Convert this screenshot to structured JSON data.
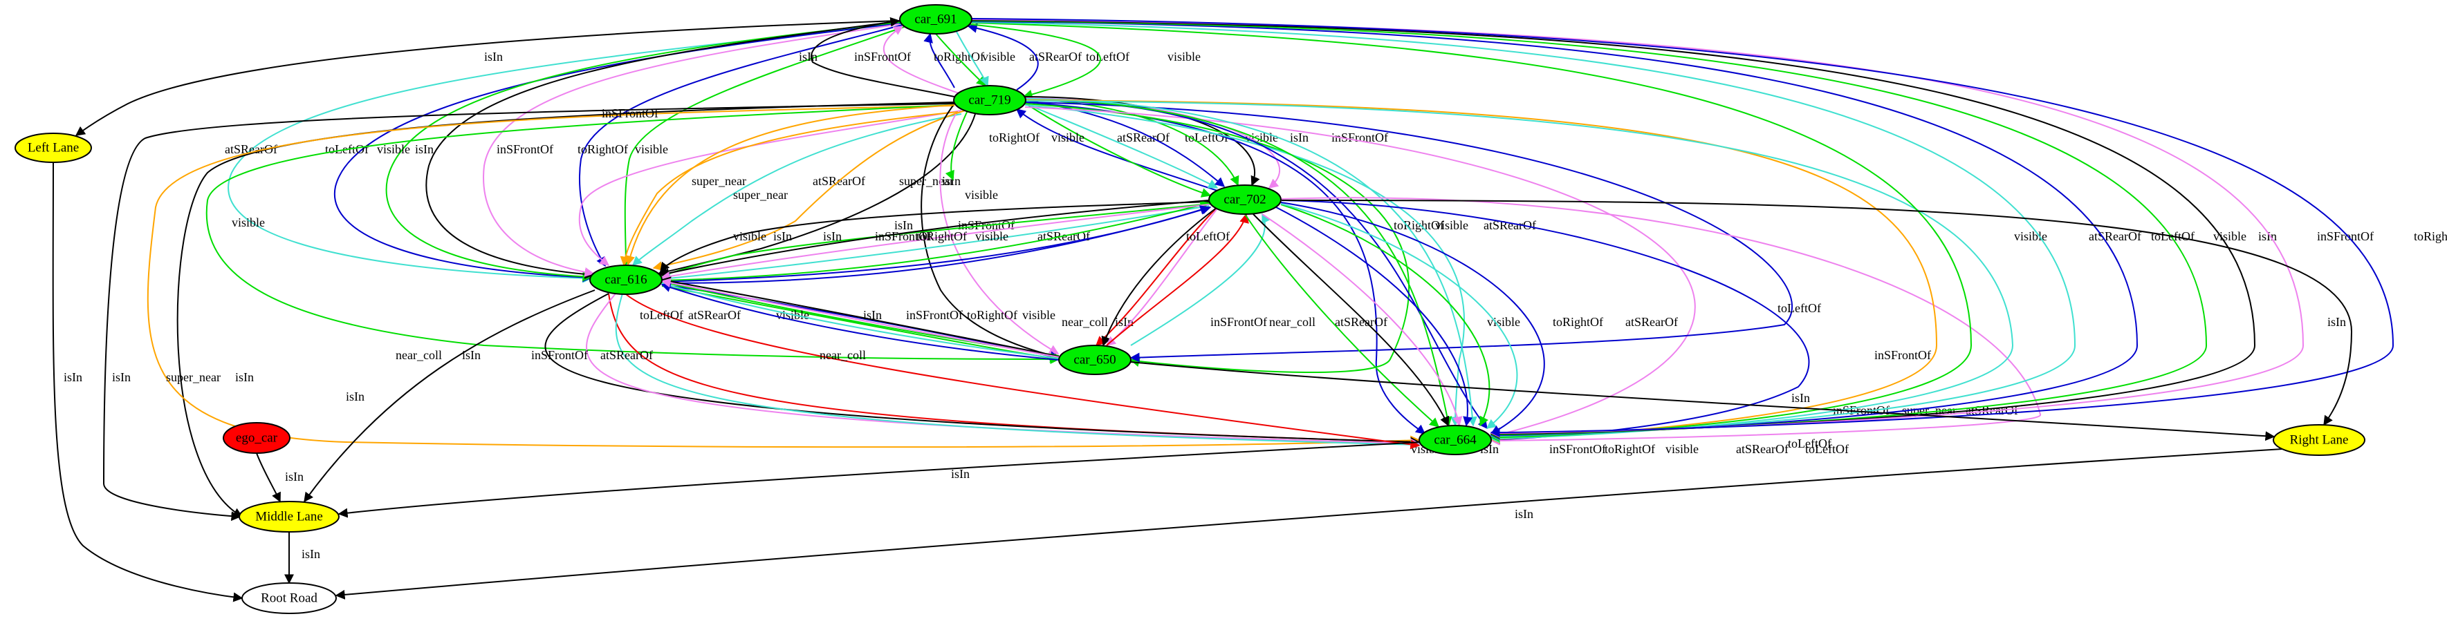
{
  "colors": {
    "car_fill": "#00ee00",
    "lane_fill": "#ffff00",
    "ego_fill": "#ff0000",
    "road_fill": "#ffffff",
    "black": "#000000",
    "blue": "#0000cc",
    "green": "#00dd00",
    "violet": "#ee82ee",
    "turquoise": "#40e0d0",
    "red": "#ee0000",
    "orange": "#ffa500"
  },
  "nodes": [
    {
      "id": "car_691",
      "label": "car_691",
      "type": "car"
    },
    {
      "id": "car_719",
      "label": "car_719",
      "type": "car"
    },
    {
      "id": "car_702",
      "label": "car_702",
      "type": "car"
    },
    {
      "id": "car_616",
      "label": "car_616",
      "type": "car"
    },
    {
      "id": "car_650",
      "label": "car_650",
      "type": "car"
    },
    {
      "id": "car_664",
      "label": "car_664",
      "type": "car"
    },
    {
      "id": "left_lane",
      "label": "Left Lane",
      "type": "lane"
    },
    {
      "id": "middle_lane",
      "label": "Middle Lane",
      "type": "lane"
    },
    {
      "id": "right_lane",
      "label": "Right Lane",
      "type": "lane"
    },
    {
      "id": "ego_car",
      "label": "ego_car",
      "type": "ego"
    },
    {
      "id": "root_road",
      "label": "Root Road",
      "type": "road"
    }
  ],
  "edges": [
    {
      "id": "e1",
      "label": "isIn",
      "color": "black"
    },
    {
      "id": "e2",
      "label": "atSRearOf",
      "color": "turquoise"
    },
    {
      "id": "e3",
      "label": "toLeftOf",
      "color": "blue"
    },
    {
      "id": "e4",
      "label": "visible",
      "color": "green"
    },
    {
      "id": "e5",
      "label": "isIn",
      "color": "black"
    },
    {
      "id": "e6",
      "label": "inSFrontOf",
      "color": "violet"
    },
    {
      "id": "e7",
      "label": "toRightOf",
      "color": "blue"
    },
    {
      "id": "e8",
      "label": "visible",
      "color": "green"
    },
    {
      "id": "e9",
      "label": "isIn",
      "color": "black"
    },
    {
      "id": "e10",
      "label": "inSFrontOf",
      "color": "violet"
    },
    {
      "id": "e11",
      "label": "toRightOf",
      "color": "blue"
    },
    {
      "id": "e12",
      "label": "visible",
      "color": "green"
    },
    {
      "id": "e13",
      "label": "atSRearOf",
      "color": "turquoise"
    },
    {
      "id": "e14",
      "label": "toLeftOf",
      "color": "blue"
    },
    {
      "id": "e15",
      "label": "visible",
      "color": "green"
    },
    {
      "id": "e16",
      "label": "isIn",
      "color": "black"
    },
    {
      "id": "e17",
      "label": "isIn",
      "color": "black"
    },
    {
      "id": "e18",
      "label": "super_near",
      "color": "orange"
    },
    {
      "id": "e19",
      "label": "visible",
      "color": "green"
    },
    {
      "id": "e20",
      "label": "inSFrontOf",
      "color": "violet"
    },
    {
      "id": "e21",
      "label": "super_near",
      "color": "orange"
    },
    {
      "id": "e22",
      "label": "atSRearOf",
      "color": "turquoise"
    },
    {
      "id": "e23",
      "label": "super_near",
      "color": "orange"
    },
    {
      "id": "e24",
      "label": "isIn",
      "color": "black"
    },
    {
      "id": "e25",
      "label": "toRightOf",
      "color": "blue"
    },
    {
      "id": "e26",
      "label": "visible",
      "color": "green"
    },
    {
      "id": "e27",
      "label": "atSRearOf",
      "color": "turquoise"
    },
    {
      "id": "e28",
      "label": "toLeftOf",
      "color": "blue"
    },
    {
      "id": "e29",
      "label": "visible",
      "color": "green"
    },
    {
      "id": "e30",
      "label": "isIn",
      "color": "black"
    },
    {
      "id": "e31",
      "label": "inSFrontOf",
      "color": "violet"
    },
    {
      "id": "e32",
      "label": "visible",
      "color": "green"
    },
    {
      "id": "e33",
      "label": "isIn",
      "color": "black"
    },
    {
      "id": "e34",
      "label": "inSFrontOf",
      "color": "violet"
    },
    {
      "id": "e35",
      "label": "toRightOf",
      "color": "blue"
    },
    {
      "id": "e36",
      "label": "visible",
      "color": "green"
    },
    {
      "id": "e37",
      "label": "atSRearOf",
      "color": "turquoise"
    },
    {
      "id": "e38",
      "label": "inSFrontOf",
      "color": "violet"
    },
    {
      "id": "e39",
      "label": "toLeftOf",
      "color": "blue"
    },
    {
      "id": "e40",
      "label": "toRightOf",
      "color": "blue"
    },
    {
      "id": "e41",
      "label": "visible",
      "color": "green"
    },
    {
      "id": "e42",
      "label": "atSRearOf",
      "color": "turquoise"
    },
    {
      "id": "e43",
      "label": "near_coll",
      "color": "red"
    },
    {
      "id": "e44",
      "label": "isIn",
      "color": "black"
    },
    {
      "id": "e45",
      "label": "inSFrontOf",
      "color": "violet"
    },
    {
      "id": "e46",
      "label": "near_coll",
      "color": "red"
    },
    {
      "id": "e47",
      "label": "atSRearOf",
      "color": "turquoise"
    },
    {
      "id": "e48",
      "label": "visible",
      "color": "green"
    },
    {
      "id": "e49",
      "label": "isIn",
      "color": "black"
    },
    {
      "id": "e50",
      "label": "inSFrontOf",
      "color": "violet"
    },
    {
      "id": "e51",
      "label": "toRightOf",
      "color": "blue"
    },
    {
      "id": "e52",
      "label": "visible",
      "color": "green"
    },
    {
      "id": "e53",
      "label": "atSRearOf",
      "color": "turquoise"
    },
    {
      "id": "e54",
      "label": "toLeftOf",
      "color": "blue"
    },
    {
      "id": "e55",
      "label": "toLeftOf",
      "color": "blue"
    },
    {
      "id": "e56",
      "label": "inSFrontOf",
      "color": "violet"
    },
    {
      "id": "e57",
      "label": "super_near",
      "color": "orange"
    },
    {
      "id": "e58",
      "label": "atSRearOf",
      "color": "turquoise"
    },
    {
      "id": "e59",
      "label": "visible",
      "color": "green"
    },
    {
      "id": "e60",
      "label": "atSRearOf",
      "color": "turquoise"
    },
    {
      "id": "e61",
      "label": "toLeftOf",
      "color": "blue"
    },
    {
      "id": "e62",
      "label": "visible",
      "color": "green"
    },
    {
      "id": "e63",
      "label": "isIn",
      "color": "black"
    },
    {
      "id": "e64",
      "label": "inSFrontOf",
      "color": "violet"
    },
    {
      "id": "e65",
      "label": "toRightOf",
      "color": "blue"
    },
    {
      "id": "e66",
      "label": "isIn",
      "color": "black"
    },
    {
      "id": "e67",
      "label": "super_near",
      "color": "orange"
    },
    {
      "id": "e68",
      "label": "isIn",
      "color": "black"
    },
    {
      "id": "e69",
      "label": "visible",
      "color": "green"
    },
    {
      "id": "e70",
      "label": "toLeftOf",
      "color": "blue"
    },
    {
      "id": "e71",
      "label": "atSRearOf",
      "color": "turquoise"
    },
    {
      "id": "e72",
      "label": "visible",
      "color": "green"
    },
    {
      "id": "e73",
      "label": "isIn",
      "color": "black"
    },
    {
      "id": "e74",
      "label": "inSFrontOf",
      "color": "violet"
    },
    {
      "id": "e75",
      "label": "toRightOf",
      "color": "blue"
    },
    {
      "id": "e76",
      "label": "near_coll",
      "color": "red"
    },
    {
      "id": "e77",
      "label": "isIn",
      "color": "black"
    },
    {
      "id": "e78",
      "label": "inSFrontOf",
      "color": "violet"
    },
    {
      "id": "e79",
      "label": "atSRearOf",
      "color": "turquoise"
    },
    {
      "id": "e80",
      "label": "near_coll",
      "color": "red"
    },
    {
      "id": "e81",
      "label": "toRightOf",
      "color": "blue"
    },
    {
      "id": "e82",
      "label": "visible",
      "color": "green"
    },
    {
      "id": "e83",
      "label": "visible",
      "color": "green"
    },
    {
      "id": "e84",
      "label": "atSRearOf",
      "color": "turquoise"
    },
    {
      "id": "e85",
      "label": "toLeftOf",
      "color": "blue"
    },
    {
      "id": "e86",
      "label": "isIn",
      "color": "black"
    },
    {
      "id": "e87",
      "label": "inSFrontOf",
      "color": "violet"
    },
    {
      "id": "e88",
      "label": "isIn",
      "color": "black"
    },
    {
      "id": "e89",
      "label": "isIn",
      "color": "black"
    },
    {
      "id": "e90",
      "label": "isIn",
      "color": "black"
    },
    {
      "id": "e91",
      "label": "isIn",
      "color": "black"
    },
    {
      "id": "e92",
      "label": "isIn",
      "color": "black"
    },
    {
      "id": "e93",
      "label": "isIn",
      "color": "black"
    },
    {
      "id": "e94",
      "label": "isIn",
      "color": "black"
    }
  ]
}
